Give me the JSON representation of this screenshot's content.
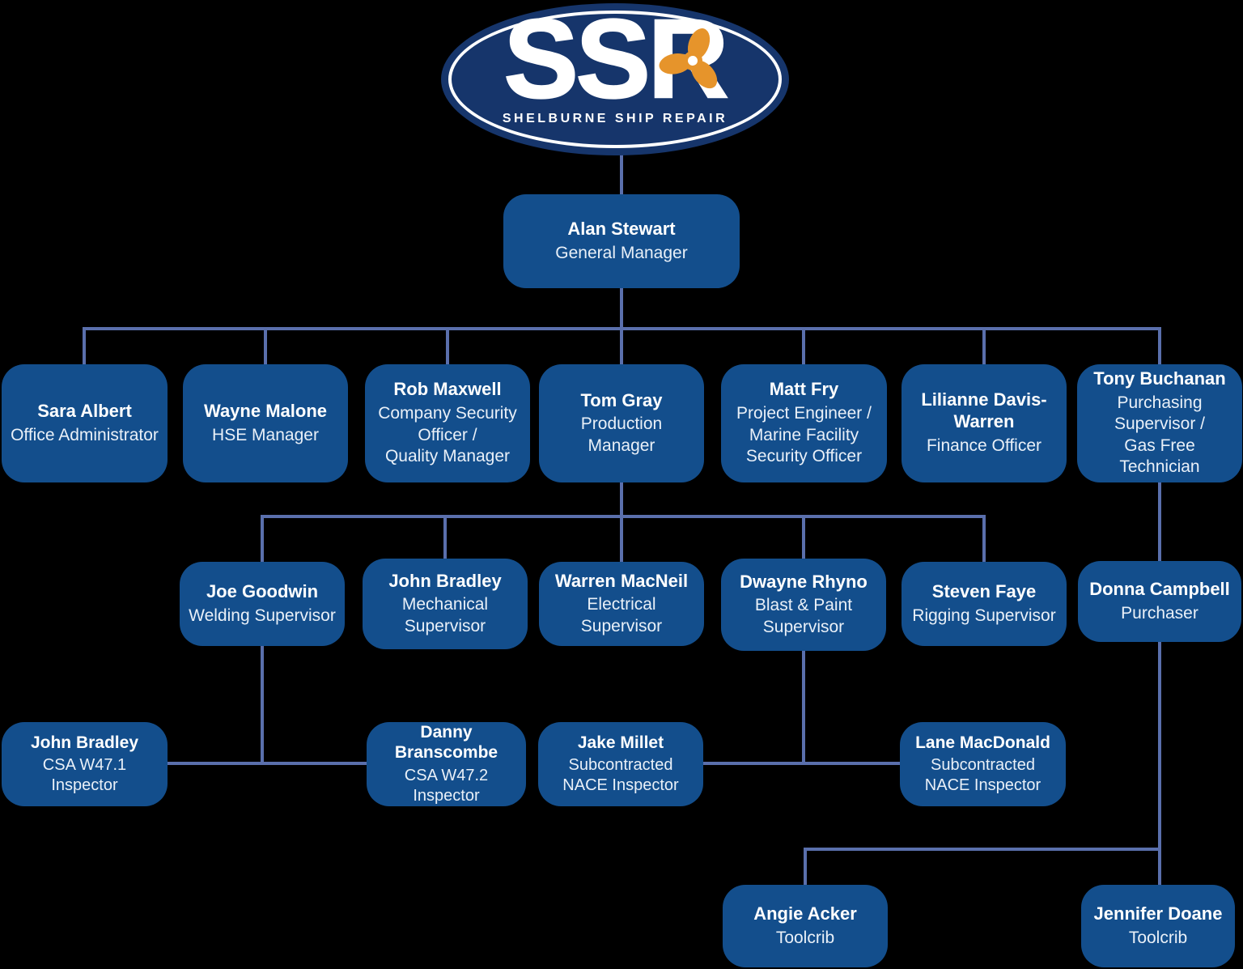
{
  "background": "#000000",
  "palette": {
    "box_blue": "#134E8C",
    "connector_blue": "#5A6FAC",
    "logo_navy": "#16356B",
    "logo_orange": "#E6942B",
    "name_text": "#FFFFFF",
    "role_text": "#E9F0F8"
  },
  "logo": {
    "acronym": "SSR",
    "tagline": "SHELBURNE SHIP REPAIR",
    "icon": "propeller-icon"
  },
  "nodes": {
    "alan": {
      "name": "Alan Stewart",
      "role": "General Manager"
    },
    "sara": {
      "name": "Sara Albert",
      "role": "Office Administrator"
    },
    "wayne": {
      "name": "Wayne Malone",
      "role": "HSE Manager"
    },
    "rob": {
      "name": "Rob Maxwell",
      "role": "Company Security\nOfficer /\nQuality Manager"
    },
    "tom": {
      "name": "Tom Gray",
      "role": "Production\nManager"
    },
    "matt": {
      "name": "Matt Fry",
      "role": "Project Engineer /\nMarine Facility\nSecurity Officer"
    },
    "lilianne": {
      "name": "Lilianne Davis-\nWarren",
      "role": "Finance Officer"
    },
    "tony": {
      "name": "Tony Buchanan",
      "role": "Purchasing\nSupervisor /\nGas Free Technician"
    },
    "joe": {
      "name": "Joe Goodwin",
      "role": "Welding Supervisor"
    },
    "johnb": {
      "name": "John Bradley",
      "role": "Mechanical\nSupervisor"
    },
    "warren": {
      "name": "Warren MacNeil",
      "role": "Electrical Supervisor"
    },
    "dwayne": {
      "name": "Dwayne Rhyno",
      "role": "Blast & Paint\nSupervisor"
    },
    "steven": {
      "name": "Steven Faye",
      "role": "Rigging Supervisor"
    },
    "donna": {
      "name": "Donna Campbell",
      "role": "Purchaser"
    },
    "johnb2": {
      "name": "John Bradley",
      "role": "CSA W47.1 Inspector"
    },
    "danny": {
      "name": "Danny\nBranscombe",
      "role": "CSA W47.2 Inspector"
    },
    "jake": {
      "name": "Jake Millet",
      "role": "Subcontracted\nNACE Inspector"
    },
    "lane": {
      "name": "Lane MacDonald",
      "role": "Subcontracted\nNACE Inspector"
    },
    "angie": {
      "name": "Angie Acker",
      "role": "Toolcrib"
    },
    "jennifer": {
      "name": "Jennifer Doane",
      "role": "Toolcrib"
    }
  },
  "edges": [
    {
      "from": "logo",
      "to": "alan"
    },
    {
      "from": "alan",
      "to": "sara"
    },
    {
      "from": "alan",
      "to": "wayne"
    },
    {
      "from": "alan",
      "to": "rob"
    },
    {
      "from": "alan",
      "to": "tom"
    },
    {
      "from": "alan",
      "to": "matt"
    },
    {
      "from": "alan",
      "to": "lilianne"
    },
    {
      "from": "alan",
      "to": "tony"
    },
    {
      "from": "tom",
      "to": "joe"
    },
    {
      "from": "tom",
      "to": "johnb"
    },
    {
      "from": "tom",
      "to": "warren"
    },
    {
      "from": "tom",
      "to": "dwayne"
    },
    {
      "from": "tom",
      "to": "steven"
    },
    {
      "from": "tony",
      "to": "donna"
    },
    {
      "from": "joe",
      "to": "johnb2"
    },
    {
      "from": "joe",
      "to": "danny"
    },
    {
      "from": "dwayne",
      "to": "jake"
    },
    {
      "from": "dwayne",
      "to": "lane"
    },
    {
      "from": "donna",
      "to": "angie"
    },
    {
      "from": "donna",
      "to": "jennifer"
    }
  ]
}
